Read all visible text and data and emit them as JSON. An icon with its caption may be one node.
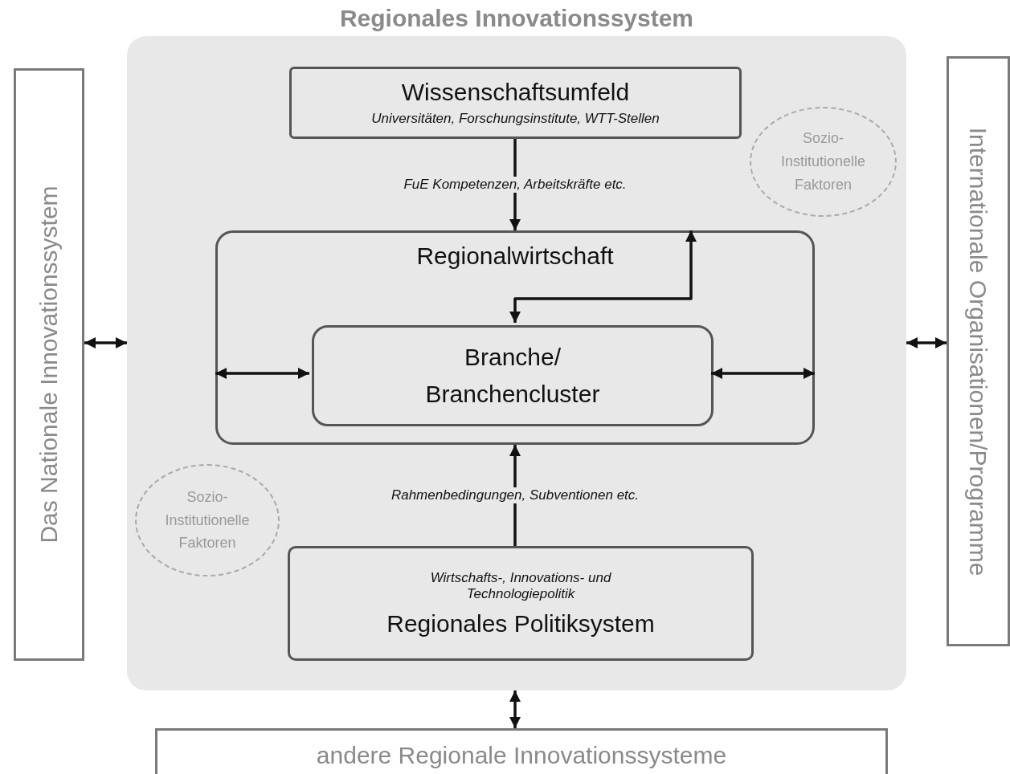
{
  "diagram": {
    "nodes": [
      {
        "text": [
          "Regionales Innovationssystem"
        ]
      },
      {
        "text": [
          "Das Nationale Innovationssystem"
        ]
      },
      {
        "text": [
          "Wissenschaftsumfeld",
          "Universitäten, Forschungsinstitute, WTT-Stellen"
        ],
        "in": 0
      },
      {
        "text": [
          "Sozio-Institutionelle Faktoren"
        ],
        "in": 0
      },
      {
        "text": [
          "Regionalwirtschaft"
        ],
        "in": 0
      },
      {
        "text": [
          "Branche/ Branchencluster"
        ],
        "in": 4
      },
      {
        "text": [
          "Sozio-Institutionelle Faktoren"
        ],
        "in": 0
      },
      {
        "text": [
          "Wirtschafts-, Innovations- und Technologiepolitik",
          "Regionales Politiksystem"
        ],
        "in": 0
      },
      {
        "text": [
          "Internationale Organisationen/Programme"
        ]
      },
      {
        "text": [
          "andere Regionale Innovationssysteme"
        ]
      }
    ],
    "edges": [
      {
        "from": 2,
        "to": 4,
        "arrow": "to",
        "label": "FuE Kompetenzen, Arbeitskräfte etc."
      },
      {
        "from": 4,
        "to": 5,
        "arrow": "both"
      },
      {
        "from": 4,
        "to": 5,
        "arrow": "both"
      },
      {
        "from": 4,
        "to": 5,
        "arrow": "both"
      },
      {
        "from": 7,
        "to": 4,
        "arrow": "to",
        "label": "Rahmenbedingungen, Subventionen etc."
      },
      {
        "from": 1,
        "to": 0,
        "arrow": "both"
      },
      {
        "from": 0,
        "to": 8,
        "arrow": "both"
      },
      {
        "from": 0,
        "to": 9,
        "arrow": "both"
      }
    ]
  }
}
